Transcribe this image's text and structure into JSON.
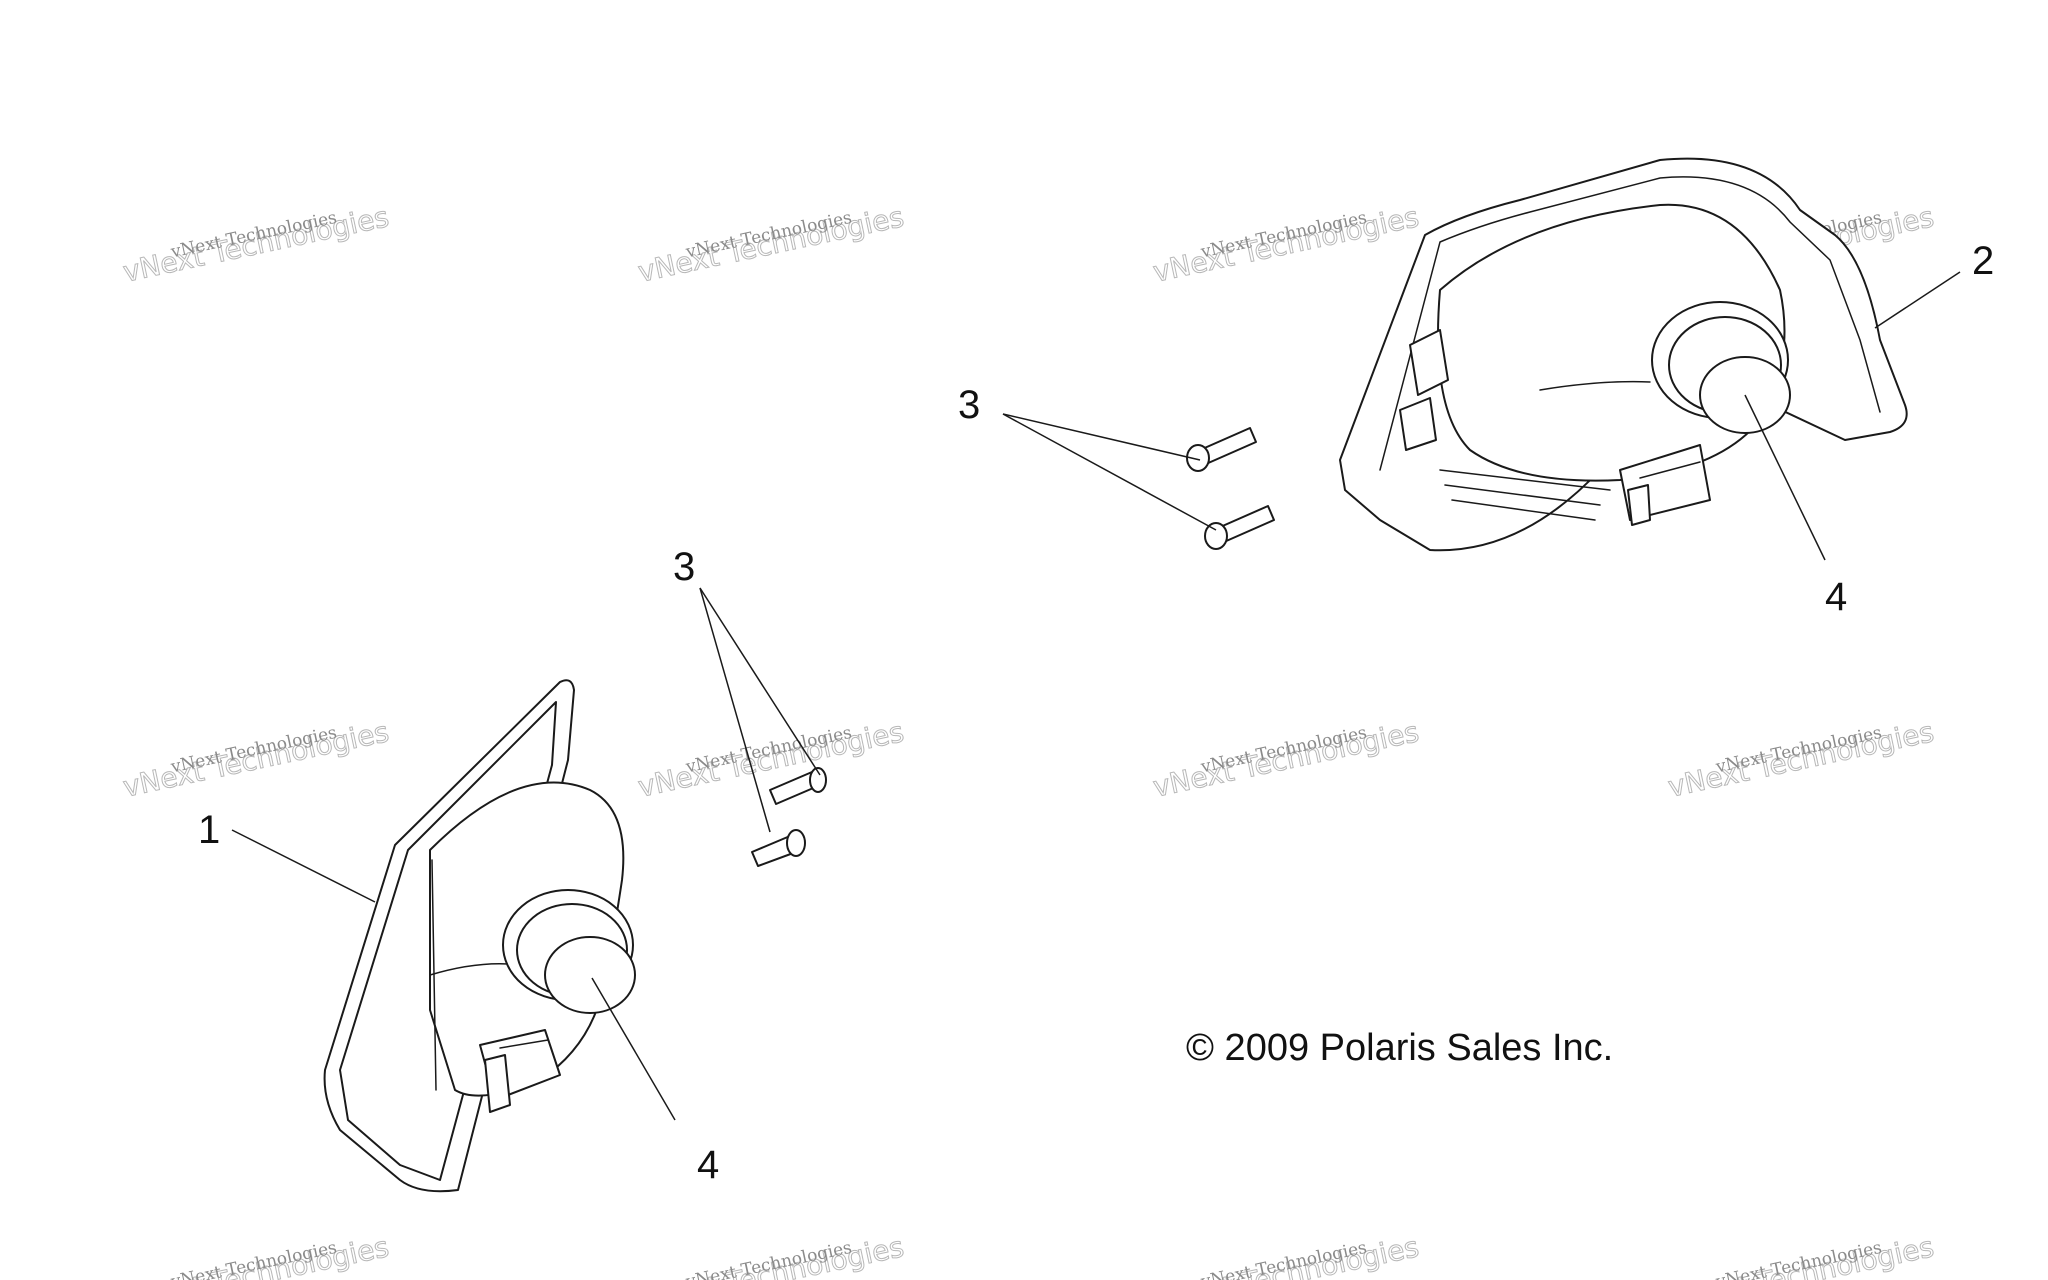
{
  "callouts": {
    "left_housing": "1",
    "right_housing": "2",
    "screws_left": "3",
    "screws_right": "3",
    "bulb_left": "4",
    "bulb_right": "4"
  },
  "copyright": "© 2009 Polaris Sales Inc.",
  "watermark": {
    "line_small": "vNext Technologies",
    "line_large": "vNext Technologies"
  }
}
